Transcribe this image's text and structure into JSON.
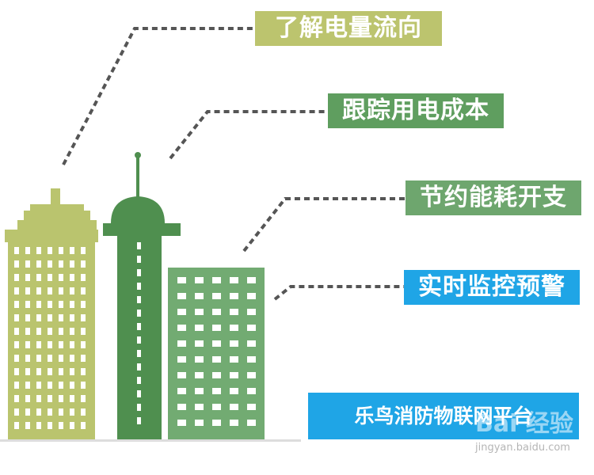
{
  "labels": [
    {
      "text": "了解电量流向",
      "color": "#bcc46e"
    },
    {
      "text": "跟踪用电成本",
      "color": "#5f9e5f"
    },
    {
      "text": "节约能耗开支",
      "color": "#6ea66e"
    },
    {
      "text": "实时监控预警",
      "color": "#1fa5e6"
    }
  ],
  "banner": {
    "text": "乐鸟消防物联网平台",
    "color": "#1fa5e6"
  },
  "watermark": {
    "logo": "Bai 经验",
    "url": "jingyan.baidu.com"
  },
  "colors": {
    "light_olive_building": "#bac46e",
    "dark_green_building": "#4f8f4f",
    "mid_green_building": "#72ab72",
    "dotted_line": "#555555",
    "window": "#ffffff"
  }
}
